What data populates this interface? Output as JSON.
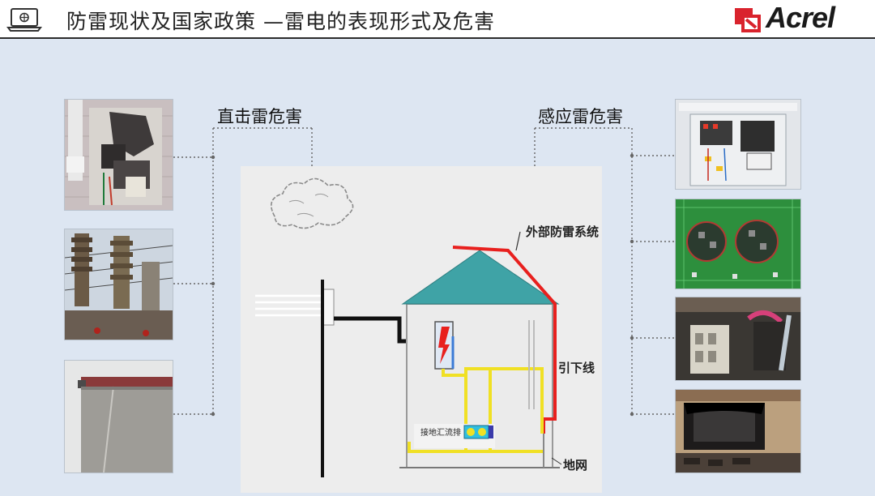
{
  "header": {
    "title": "防雷现状及国家政策 —雷电的表现形式及危害",
    "brand": "Acrel",
    "colors": {
      "brand_red": "#d9232d",
      "rule": "#2c2c2c"
    }
  },
  "direct": {
    "label": "直击雷危害",
    "photos": [
      "damaged-meter-box-photo",
      "substation-insulator-photo",
      "building-parapet-photo"
    ]
  },
  "induced": {
    "label": "感应雷危害",
    "photos": [
      "control-cabinet-photo",
      "circuit-board-photo",
      "burnt-terminal-photo",
      "burnt-device-photo"
    ]
  },
  "diagram": {
    "label_external_protection": "外部防雷系统",
    "label_down_conductor": "引下线",
    "label_grounding_grid": "地网",
    "label_bus_bar": "接地汇流排",
    "colors": {
      "roof": "#3fa3a6",
      "lightning_rod": "#e8201e",
      "grounding": "#f0e024",
      "cable": "#111111"
    }
  }
}
